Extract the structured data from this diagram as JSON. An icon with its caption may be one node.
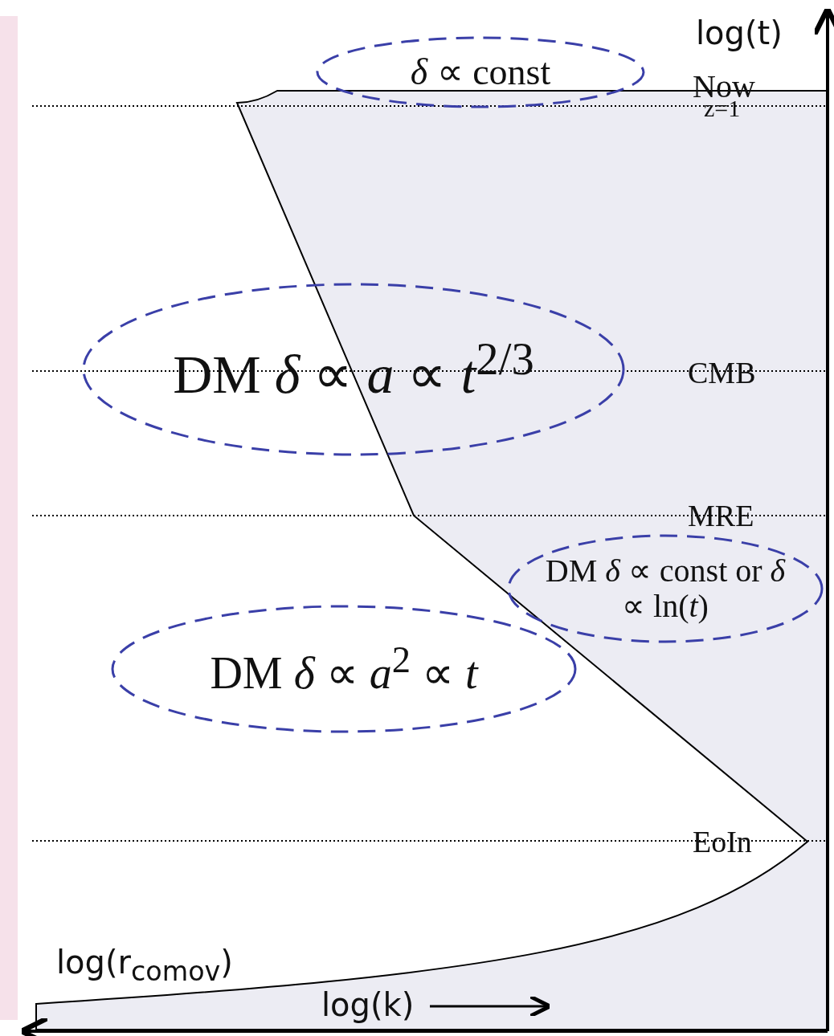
{
  "diagram": {
    "nodes": [
      {
        "text": [
          "*δ* ∝ const"
        ]
      },
      {
        "text": [
          "DM *δ* ∝ *a* ∝ *t*$^{2/3}$"
        ]
      },
      {
        "text": [
          "DM *δ* ∝ const or *δ* ∝ ln(*t*)"
        ]
      },
      {
        "text": [
          "DM *δ* ∝ *a*$^{2}$ ∝ *t*"
        ]
      }
    ],
    "labels": [
      "log(t)",
      "Now",
      "z=1",
      "CMB",
      "MRE",
      "EoIn",
      "log(r$_{comov}$)",
      "log(k)"
    ]
  }
}
